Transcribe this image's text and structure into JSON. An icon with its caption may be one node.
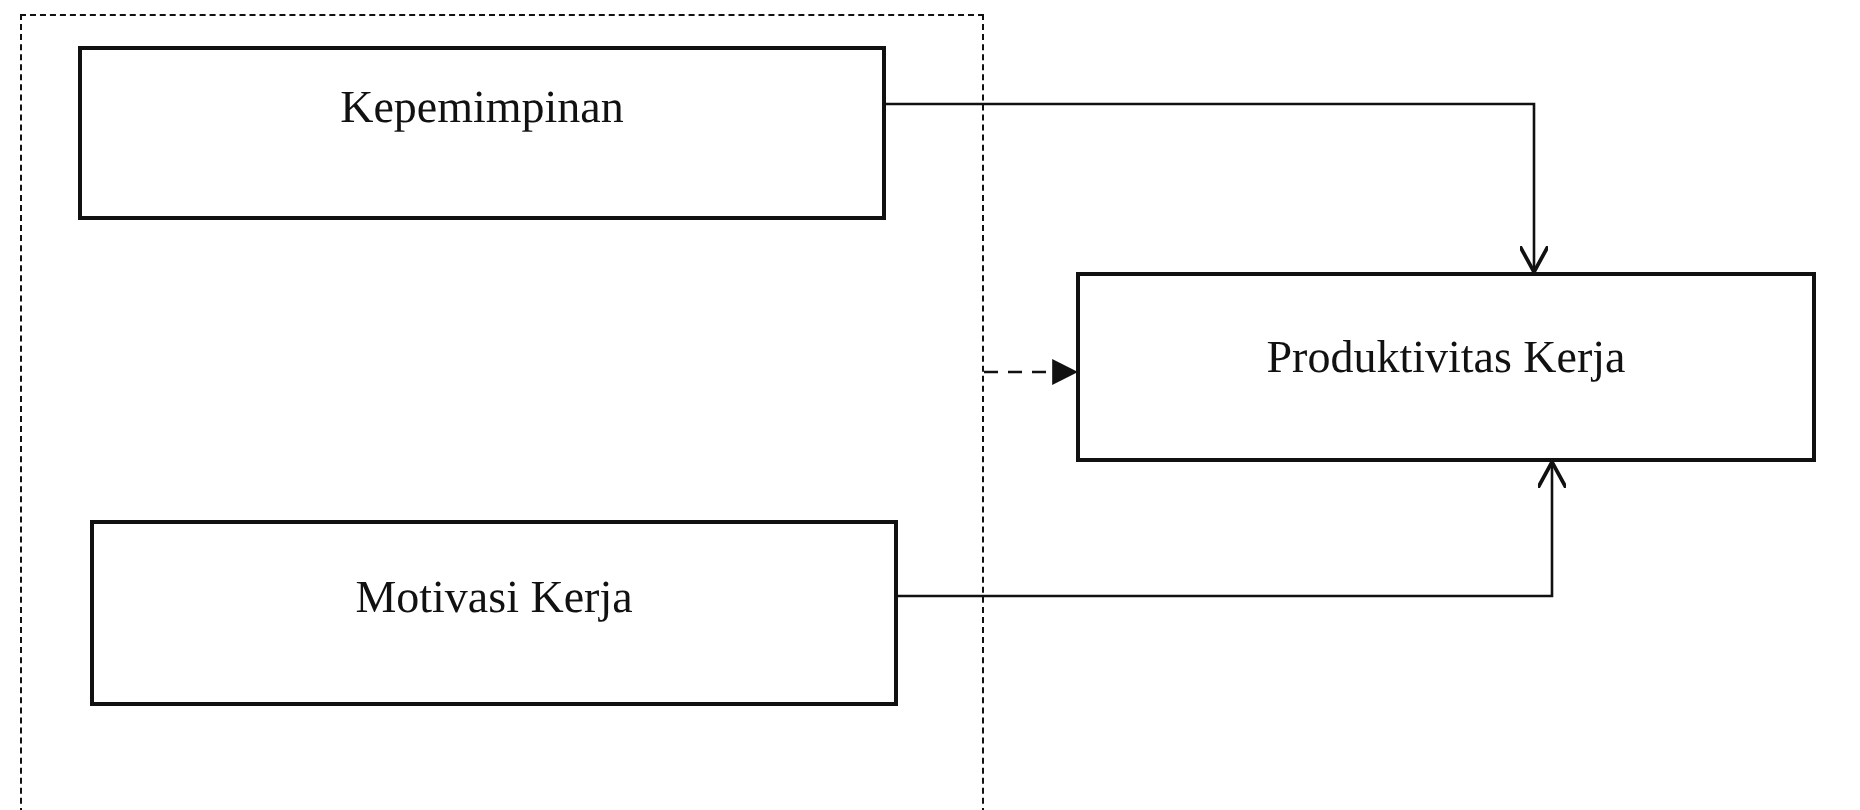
{
  "diagram": {
    "nodes": [
      {
        "text": [],
        "shape": "box"
      },
      {
        "text": [
          "Kepemimpinan"
        ],
        "in": 0
      },
      {
        "text": [
          "Motivasi Kerja"
        ],
        "in": 0
      },
      {
        "text": [
          "Produktivitas Kerja"
        ]
      }
    ],
    "edges": [
      {
        "from": 1,
        "to": 3,
        "arrow": "to"
      },
      {
        "from": 0,
        "to": 3,
        "arrow": "to",
        "style": "dashed"
      },
      {
        "from": 2,
        "to": 3,
        "arrow": "to"
      }
    ]
  }
}
